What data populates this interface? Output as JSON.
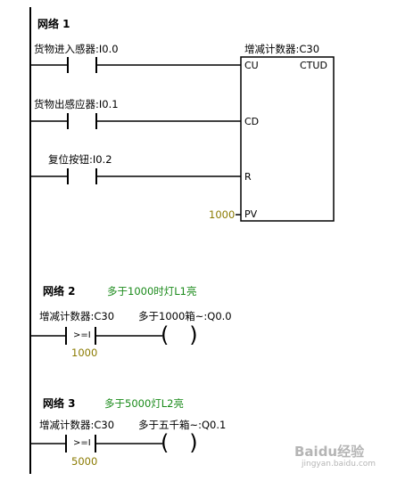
{
  "networks": [
    {
      "title": "网络 1",
      "comment": "",
      "contacts": [
        {
          "label": "货物进入感器:I0.0"
        },
        {
          "label": "货物出感应器:I0.1"
        },
        {
          "label": "复位按钮:I0.2"
        }
      ],
      "counter": {
        "header": "增减计数器:C30",
        "pins": {
          "cu": "CU",
          "type": "CTUD",
          "cd": "CD",
          "r": "R",
          "pv": "PV"
        },
        "pv_value": "1000"
      }
    },
    {
      "title": "网络 2",
      "comment": "多于1000时灯L1亮",
      "contact_label": "增减计数器:C30",
      "compare_symbol": ">=I",
      "compare_value": "1000",
      "coil_label": "多于1000箱~:Q0.0"
    },
    {
      "title": "网络 3",
      "comment": "多于5000灯L2亮",
      "contact_label": "增减计数器:C30",
      "compare_symbol": ">=I",
      "compare_value": "5000",
      "coil_label": "多于五千箱~:Q0.1"
    }
  ],
  "watermark": {
    "logo": "Baidu经验",
    "url": "jingyan.baidu.com"
  },
  "colors": {
    "comment": "#1a8a1a",
    "value": "#8a7a00",
    "line": "#000000"
  }
}
